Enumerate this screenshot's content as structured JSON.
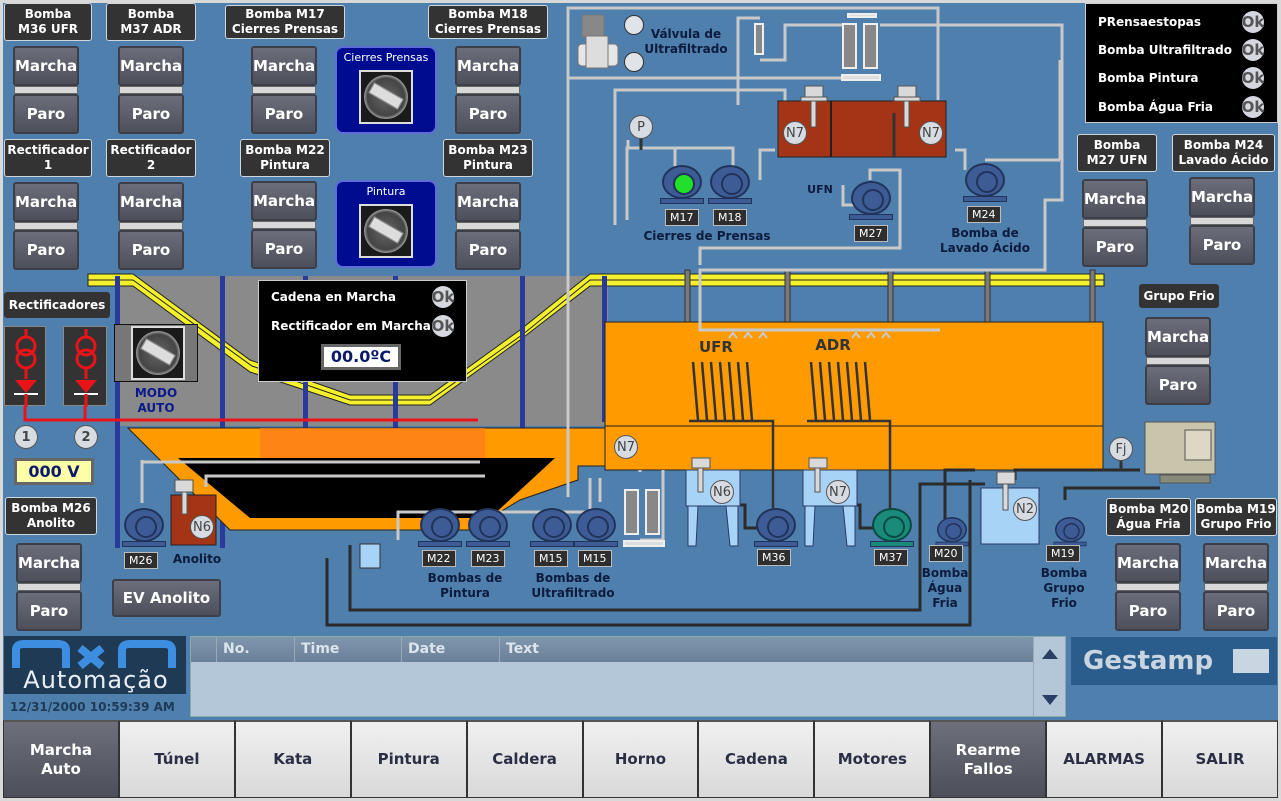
{
  "pump_controls": [
    {
      "id": "m36",
      "label": "Bomba\nM36 UFR",
      "marcha": "Marcha",
      "paro": "Paro"
    },
    {
      "id": "m37",
      "label": "Bomba\nM37 ADR",
      "marcha": "Marcha",
      "paro": "Paro"
    },
    {
      "id": "m17",
      "label": "Bomba M17\nCierres Prensas",
      "marcha": "Marcha",
      "paro": "Paro"
    },
    {
      "id": "m18",
      "label": "Bomba M18\nCierres Prensas",
      "marcha": "Marcha",
      "paro": "Paro"
    },
    {
      "id": "rect1",
      "label": "Rectificador\n1",
      "marcha": "Marcha",
      "paro": "Paro"
    },
    {
      "id": "rect2",
      "label": "Rectificador\n2",
      "marcha": "Marcha",
      "paro": "Paro"
    },
    {
      "id": "m22",
      "label": "Bomba M22\nPintura",
      "marcha": "Marcha",
      "paro": "Paro"
    },
    {
      "id": "m23",
      "label": "Bomba M23\nPintura",
      "marcha": "Marcha",
      "paro": "Paro"
    },
    {
      "id": "m27",
      "label": "Bomba\nM27 UFN",
      "marcha": "Marcha",
      "paro": "Paro"
    },
    {
      "id": "m24",
      "label": "Bomba M24\nLavado Ácido",
      "marcha": "Marcha",
      "paro": "Paro"
    },
    {
      "id": "grupofrio",
      "label": "Grupo Frio",
      "marcha": "Marcha",
      "paro": "Paro"
    },
    {
      "id": "m26",
      "label": "Bomba M26\nAnolito",
      "marcha": "Marcha",
      "paro": "Paro"
    },
    {
      "id": "m20",
      "label": "Bomba M20\nÁgua Fria",
      "marcha": "Marcha",
      "paro": "Paro"
    },
    {
      "id": "m19",
      "label": "Bomba M19\nGrupo Frio",
      "marcha": "Marcha",
      "paro": "Paro"
    }
  ],
  "selectors": {
    "cierres": "Cierres Prensas",
    "pintura": "Pintura",
    "modo": "MODO\nAUTO"
  },
  "status_panel_top": {
    "rows": [
      {
        "label": "PRensaestopas",
        "status": "Ok"
      },
      {
        "label": "Bomba Ultrafiltrado",
        "status": "Ok"
      },
      {
        "label": "Bomba Pintura",
        "status": "Ok"
      },
      {
        "label": "Bomba Água Fria",
        "status": "Ok"
      }
    ]
  },
  "status_panel_center": {
    "rows": [
      {
        "label": "Cadena en Marcha",
        "status": "Ok"
      },
      {
        "label": "Rectificador em Marcha",
        "status": "Ok"
      }
    ],
    "temperature": "00.0ºC"
  },
  "rectifiers": {
    "label": "Rectificadores",
    "ids": [
      "1",
      "2"
    ],
    "voltage": "000 V"
  },
  "valve": {
    "label": "Válvula de\nUltrafiltrado"
  },
  "ev_anolito": "EV Anolito",
  "motors": {
    "m17": "M17",
    "m18": "M18",
    "m27": "M27",
    "m24": "M24",
    "m26": "M26",
    "m22": "M22",
    "m23": "M23",
    "m15a": "M15",
    "m15b": "M15",
    "m36": "M36",
    "m37": "M37",
    "m20": "M20",
    "m19": "M19"
  },
  "tanks": {
    "n7a": "N7",
    "n7b": "N7",
    "n7c": "N7",
    "n6a": "N6",
    "n6b": "N6",
    "n7d": "N7",
    "n2": "N2"
  },
  "gauges": {
    "p": "P",
    "fj": "Fj"
  },
  "captions": {
    "cierres": "Cierres de Prensas",
    "ufn": "UFN",
    "lavado": "Bomba de\nLavado Ácido",
    "anolito": "Anolito",
    "pintura": "Bombas de\nPintura",
    "ultra": "Bombas de\nUltrafiltrado",
    "agua": "Bomba\nÁgua\nFria",
    "grupo": "Bomba\nGrupo\nFrio",
    "ufr": "UFR",
    "adr": "ADR"
  },
  "logo": {
    "brand": "Automação",
    "datetime": "12/31/2000 10:59:39 AM"
  },
  "alarm_view": {
    "columns": [
      "No.",
      "Time",
      "Date",
      "Text"
    ]
  },
  "gestamp": "Gestamp",
  "nav_tabs": [
    {
      "label": "Marcha\nAuto",
      "active": true
    },
    {
      "label": "Túnel"
    },
    {
      "label": "Kata"
    },
    {
      "label": "Pintura"
    },
    {
      "label": "Caldera"
    },
    {
      "label": "Horno"
    },
    {
      "label": "Cadena"
    },
    {
      "label": "Motores"
    },
    {
      "label": "Rearme\nFallos",
      "active": true
    },
    {
      "label": "ALARMAS"
    },
    {
      "label": "SALIR"
    }
  ],
  "colors": {
    "background": "#4e7fad",
    "tank_orange": "#ff9a00",
    "running_green": "#22e02a",
    "alarm_red": "#e8141a"
  }
}
